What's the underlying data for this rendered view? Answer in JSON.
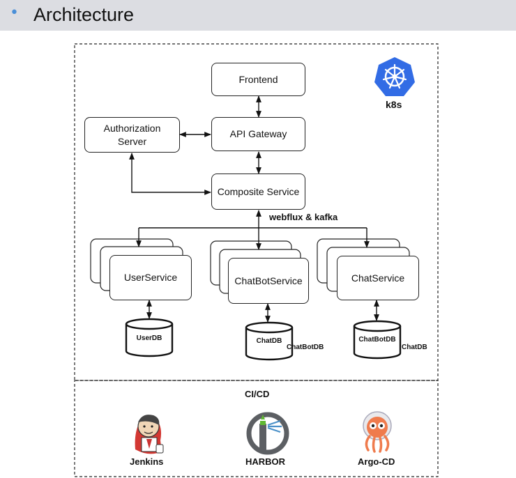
{
  "header": {
    "bullet": "•",
    "title": "Architecture"
  },
  "k8s": {
    "label": "k8s",
    "icon": "kubernetes-logo",
    "color": "#326ce5"
  },
  "nodes": {
    "frontend": "Frontend",
    "api_gateway": "API Gateway",
    "auth_server": "Authorization\nServer",
    "composite": "Composite Service",
    "user_service": "UserService",
    "chatbot_service": "ChatBotService",
    "chat_service": "ChatService"
  },
  "edge_label": "webflux & kafka",
  "databases": {
    "user_db": "UserDB",
    "chat_db": "ChatDB",
    "chatbot_db_side": "ChatBotDB",
    "chatbot_db": "ChatBotDB",
    "chat_db_side": "ChatDB"
  },
  "cicd": {
    "title": "CI/CD",
    "tools": [
      {
        "name": "Jenkins",
        "icon": "jenkins-logo"
      },
      {
        "name": "HARBOR",
        "icon": "harbor-logo"
      },
      {
        "name": "Argo-CD",
        "icon": "argo-cd-logo"
      }
    ]
  }
}
